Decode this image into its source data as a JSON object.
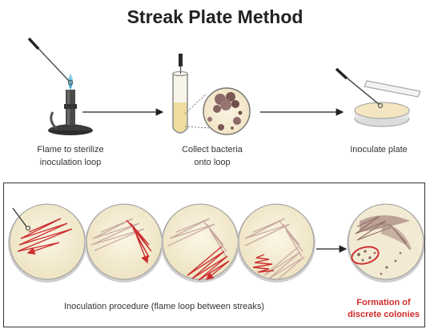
{
  "title": "Streak Plate Method",
  "steps": [
    {
      "line1": "Flame to sterilize",
      "line2": "inoculation loop"
    },
    {
      "line1": "Collect bacteria",
      "line2": "onto loop"
    },
    {
      "line1": "Inoculate plate",
      "line2": ""
    }
  ],
  "procedure_label": "Inoculation procedure (flame loop between streaks)",
  "result_label": {
    "line1": "Formation of",
    "line2": "discrete colonies"
  },
  "colors": {
    "streak": "#cc2f2f",
    "result_text": "#d12a2a",
    "dish_rim": "#9a9a9a",
    "colony": "#8c6a63"
  },
  "icons": [
    "bunsen-burner-icon",
    "inoculation-loop-icon",
    "test-tube-icon",
    "magnifier-bacteria-icon",
    "petri-dish-icon",
    "arrow-icon"
  ]
}
